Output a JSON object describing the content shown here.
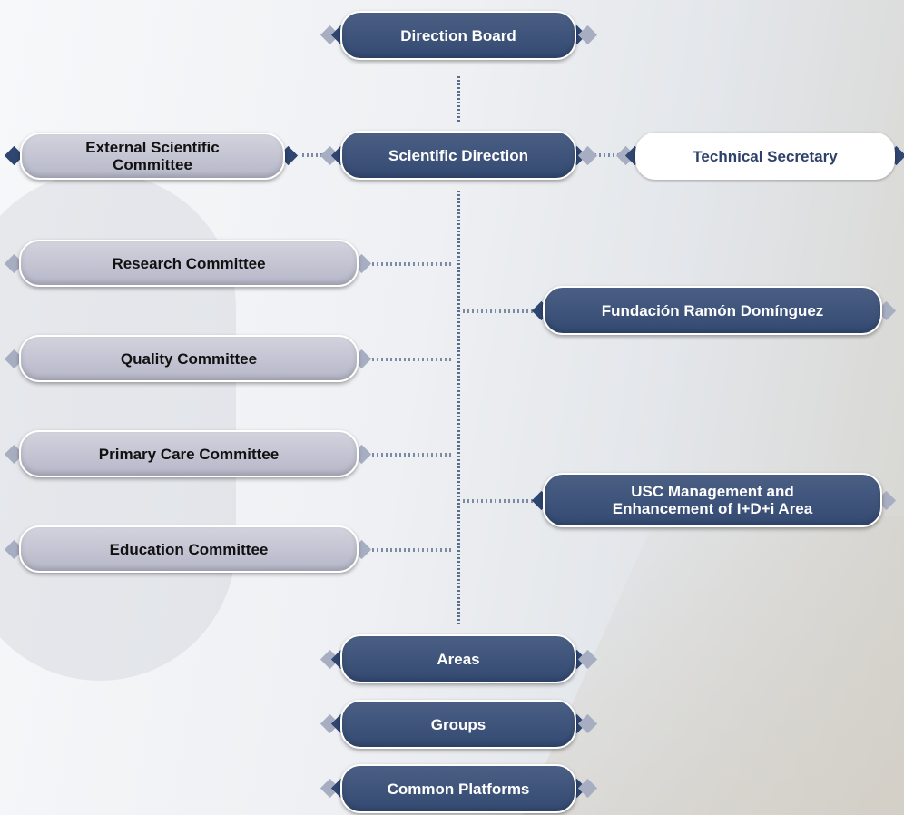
{
  "nodes": {
    "direction_board": "Direction Board",
    "external_scientific_committee": "External Scientific Committee",
    "scientific_direction": "Scientific Direction",
    "technical_secretary": "Technical Secretary",
    "research_committee": "Research Committee",
    "quality_committee": "Quality Committee",
    "primary_care_committee": "Primary Care Committee",
    "education_committee": "Education Committee",
    "fundacion_ramon_dominguez": "Fundación Ramón Domínguez",
    "usc_management": "USC Management and Enhancement of I+D+i Area",
    "areas": "Areas",
    "groups": "Groups",
    "common_platforms": "Common Platforms"
  },
  "colors": {
    "dark_node": "#3d5279",
    "light_node": "#c4c5d4",
    "white_node": "#ffffff",
    "connector": "#5a6d8e"
  }
}
